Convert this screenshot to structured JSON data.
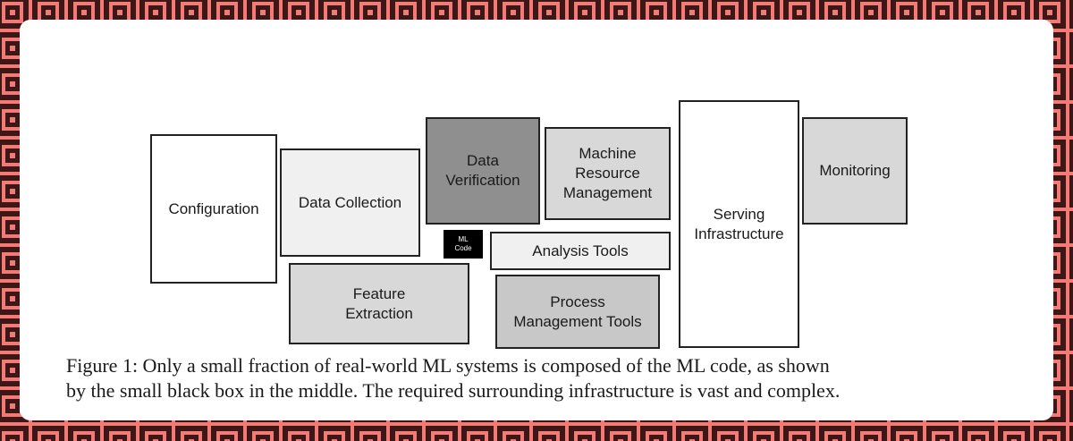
{
  "colors": {
    "border_light": "#f47a78",
    "border_dark": "#3d1616",
    "card_bg": "#ffffff"
  },
  "diagram": {
    "boxes": [
      {
        "id": "configuration",
        "label": "Configuration",
        "fill": "#ffffff"
      },
      {
        "id": "data-collection",
        "label": "Data Collection",
        "fill": "#f0f0f0"
      },
      {
        "id": "data-verification",
        "label": "Data\nVerification",
        "fill": "#8f8f8f"
      },
      {
        "id": "machine-resource-management",
        "label": "Machine\nResource\nManagement",
        "fill": "#d8d8d8"
      },
      {
        "id": "serving-infrastructure",
        "label": "Serving\nInfrastructure",
        "fill": "#ffffff"
      },
      {
        "id": "monitoring",
        "label": "Monitoring",
        "fill": "#d8d8d8"
      },
      {
        "id": "ml-code",
        "label": "ML\nCode",
        "fill": "#000000"
      },
      {
        "id": "analysis-tools",
        "label": "Analysis Tools",
        "fill": "#f0f0f0"
      },
      {
        "id": "feature-extraction",
        "label": "Feature\nExtraction",
        "fill": "#d8d8d8"
      },
      {
        "id": "process-management-tools",
        "label": "Process\nManagement Tools",
        "fill": "#c8c8c8"
      }
    ]
  },
  "caption": {
    "line1": "Figure 1: Only a small fraction of real-world ML systems is composed of the ML code, as shown",
    "line2": "by the small black box in the middle. The required surrounding infrastructure is vast and complex."
  }
}
